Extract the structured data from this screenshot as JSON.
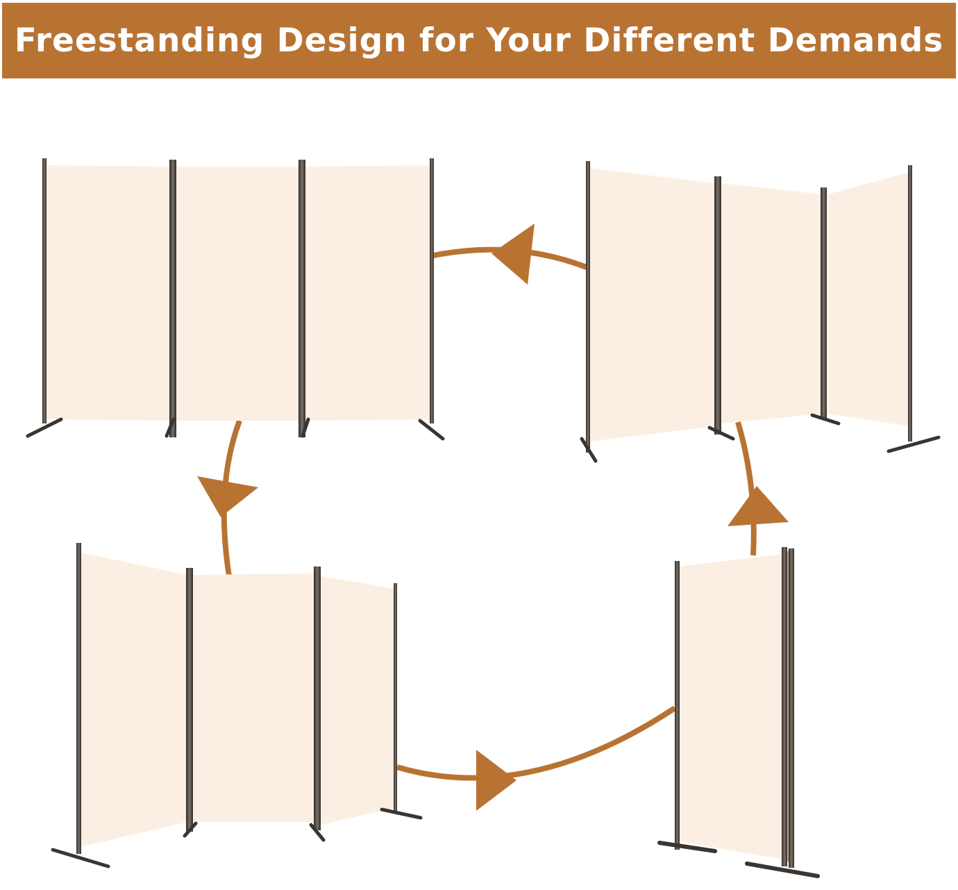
{
  "banner": {
    "title": "Freestanding Design for Your Different Demands",
    "background_color": "#b87333",
    "text_color": "#ffffff"
  },
  "colors": {
    "panel_fabric": "#fbefe3",
    "frame": "#555049",
    "arrow": "#b87333"
  },
  "configurations": [
    {
      "name": "straight-three-panel",
      "panels": 3
    },
    {
      "name": "angled-three-panel-right",
      "panels": 3
    },
    {
      "name": "zigzag-three-panel",
      "panels": 3
    },
    {
      "name": "folded-stack",
      "panels": 3
    }
  ]
}
